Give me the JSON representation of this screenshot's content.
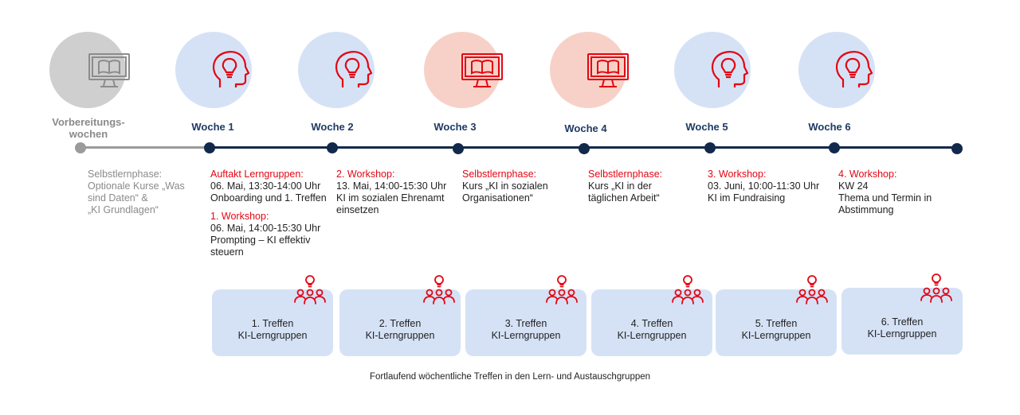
{
  "colors": {
    "accent_red": "#e30613",
    "navy": "#13294b",
    "grey": "#9b9b9b",
    "light_blue": "#d5e2f6",
    "light_pink": "#f7d1c7"
  },
  "weeks": [
    {
      "label": "Vorbereitungs-\nwochen",
      "icon": "computer-book-icon"
    },
    {
      "label": "Woche 1",
      "icon": "head-bulb-icon"
    },
    {
      "label": "Woche 2",
      "icon": "head-bulb-icon"
    },
    {
      "label": "Woche 3",
      "icon": "computer-book-icon"
    },
    {
      "label": "Woche 4",
      "icon": "computer-book-icon"
    },
    {
      "label": "Woche 5",
      "icon": "head-bulb-icon"
    },
    {
      "label": "Woche 6",
      "icon": "head-bulb-icon"
    }
  ],
  "blocks": {
    "prep": {
      "lines": [
        "Selbstlernphase:",
        "Optionale Kurse „Was",
        "sind Daten“ &",
        "„KI Grundlagen“"
      ]
    },
    "w1a": {
      "head": "Auftakt Lerngruppen:",
      "lines": [
        "06. Mai, 13:30-14:00 Uhr",
        "Onboarding und 1. Treffen"
      ]
    },
    "w1b": {
      "head": "1. Workshop:",
      "lines": [
        "06. Mai, 14:00-15:30 Uhr",
        "Prompting – KI effektiv",
        "steuern"
      ]
    },
    "w2": {
      "head": "2. Workshop:",
      "lines": [
        "13. Mai, 14:00-15:30 Uhr",
        "KI im sozialen Ehrenamt",
        "einsetzen"
      ]
    },
    "w3": {
      "head": "Selbstlernphase:",
      "lines": [
        "Kurs „KI in sozialen",
        "Organisationen“"
      ]
    },
    "w4": {
      "head": "Selbstlernphase:",
      "lines": [
        "Kurs „KI in der",
        "täglichen Arbeit“"
      ]
    },
    "w5": {
      "head": "3. Workshop:",
      "lines": [
        "03. Juni, 10:00-11:30 Uhr",
        "KI im Fundraising"
      ]
    },
    "w6": {
      "head": "4. Workshop:",
      "lines": [
        "KW 24",
        "Thema und Termin in",
        "Abstimmung"
      ]
    }
  },
  "meetings": [
    {
      "line1": "1. Treffen",
      "line2": "KI-Lerngruppen",
      "icon": "group-idea-icon"
    },
    {
      "line1": "2. Treffen",
      "line2": "KI-Lerngruppen",
      "icon": "group-idea-icon"
    },
    {
      "line1": "3. Treffen",
      "line2": "KI-Lerngruppen",
      "icon": "group-idea-icon"
    },
    {
      "line1": "4. Treffen",
      "line2": "KI-Lerngruppen",
      "icon": "group-idea-icon"
    },
    {
      "line1": "5. Treffen",
      "line2": "KI-Lerngruppen",
      "icon": "group-idea-icon"
    },
    {
      "line1": "6. Treffen",
      "line2": "KI-Lerngruppen",
      "icon": "group-idea-icon"
    }
  ],
  "footer": "Fortlaufend wöchentliche Treffen in den Lern- und Austauschgruppen"
}
